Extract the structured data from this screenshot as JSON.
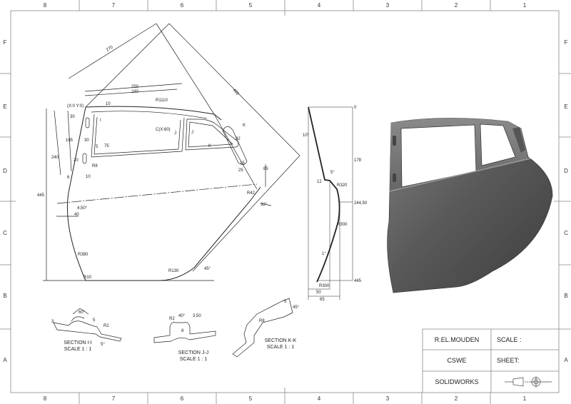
{
  "sheet": {
    "columns": [
      "8",
      "7",
      "6",
      "5",
      "4",
      "3",
      "2",
      "1"
    ],
    "rows": [
      "F",
      "E",
      "D",
      "C",
      "B",
      "A"
    ]
  },
  "main_view": {
    "origin_label": "(X:0 Y:0)",
    "center_label": "C(X:60)",
    "section_markers": [
      "I",
      "J",
      "J",
      "K",
      "K"
    ],
    "dimensions": {
      "d270": "270",
      "d480": "480",
      "d250": "250",
      "d240": "240",
      "r1110": "R1110",
      "d10": "10",
      "d30a": "30",
      "d30b": "30",
      "d5": "5",
      "d75": "75",
      "d165": "165",
      "d240v": "240",
      "d445": "445",
      "r8": "R8",
      "d6": "6",
      "d10b": "10",
      "d20": "20",
      "d92": "92",
      "d15": "15",
      "d25": "25",
      "d85": "85",
      "r42": "R42",
      "a32": "32°",
      "a450": "4,50°",
      "d40": "40",
      "r380": "R380",
      "r10": "R10",
      "r130": "R130",
      "a45": "45°"
    }
  },
  "side_view": {
    "dimensions": {
      "d0": "0",
      "a10": "10°",
      "d178": "178",
      "a5": "5°",
      "d12": "12",
      "r320": "R320",
      "d244": "244,50",
      "r300a": "R300",
      "a1": "1°",
      "d445": "445",
      "r300b": "R300",
      "d50": "50",
      "d65": "65"
    }
  },
  "sections": [
    {
      "title": "SECTION I-I",
      "scale": "SCALE 1 : 1",
      "dims": [
        "60°",
        "5",
        "R2",
        "3",
        "5°"
      ]
    },
    {
      "title": "SECTION J-J",
      "scale": "SCALE 1 : 1",
      "dims": [
        "R2",
        "40°",
        "3,50",
        "8"
      ]
    },
    {
      "title": "SECTION K-K",
      "scale": "SCALE 1 : 1",
      "dims": [
        "R8",
        "5",
        "45°"
      ]
    }
  ],
  "title_block": {
    "author": "R.EL.MOUDEN",
    "scale_label": "SCALE :",
    "org": "CSWE",
    "sheet_label": "SHEET:",
    "software": "SOLIDWORKS",
    "projection_icon": "third-angle-projection-icon"
  },
  "colors": {
    "line": "#222222",
    "frame": "#888888",
    "door_dark": "#4a4a4a",
    "door_light": "#8a8a8a"
  }
}
